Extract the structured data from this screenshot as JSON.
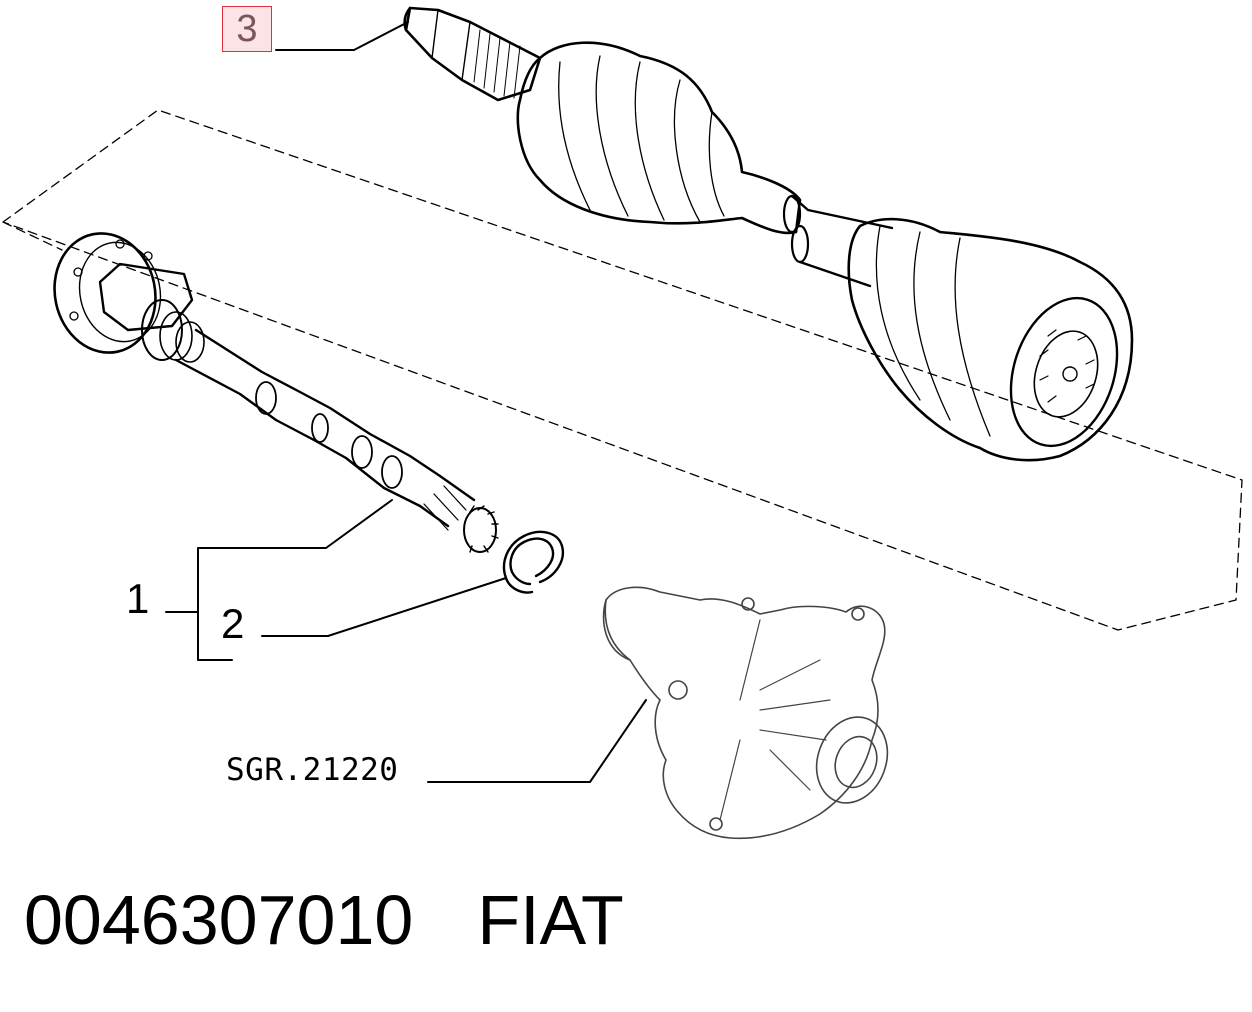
{
  "callouts": {
    "item_3": "3",
    "item_1": "1",
    "item_2": "2"
  },
  "reference_label": "SGR.21220",
  "footer": {
    "part_number": "0046307010",
    "brand": "FIAT"
  },
  "colors": {
    "line": "#000000",
    "highlight_border": "#e03040",
    "highlight_fill": "#fbe3e6",
    "highlight_text": "#7a5560"
  }
}
